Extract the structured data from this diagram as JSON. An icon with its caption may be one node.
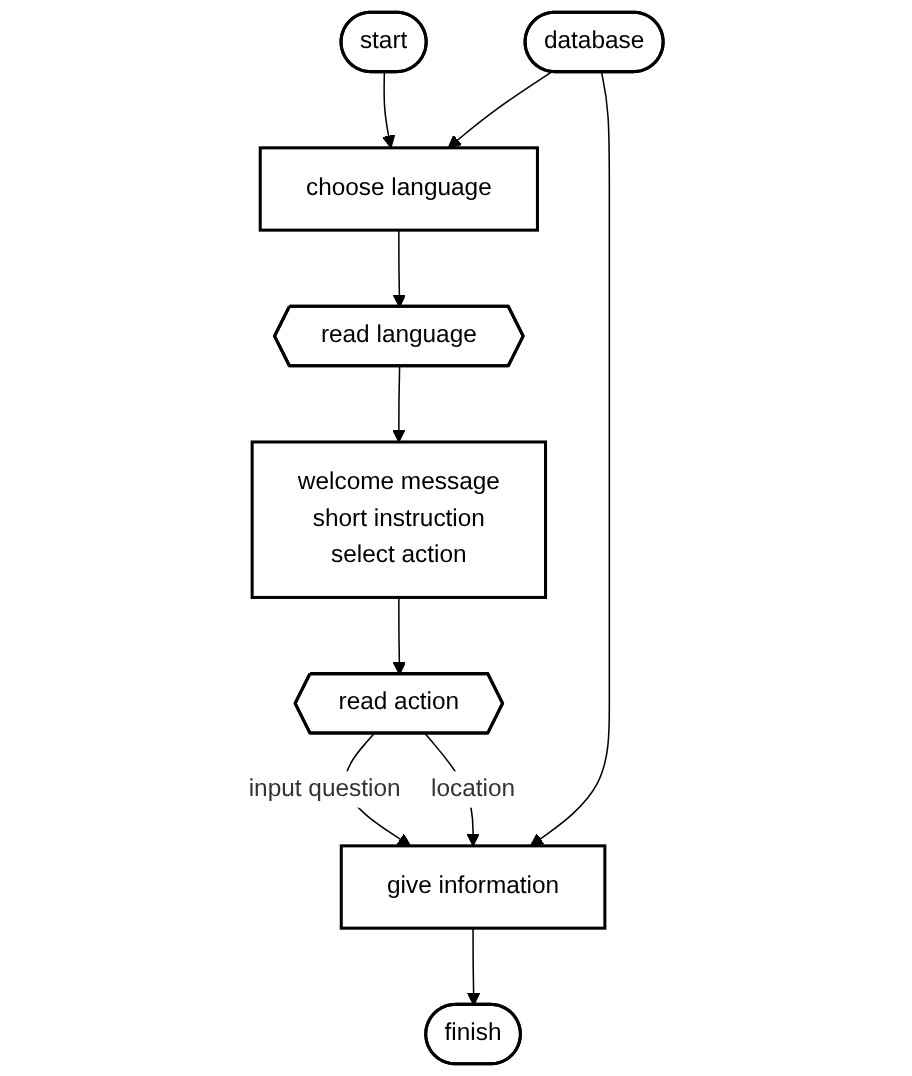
{
  "diagram": {
    "nodes": [
      {
        "text": [
          "start"
        ]
      },
      {
        "text": [
          "choose language"
        ]
      },
      {
        "text": [
          "read language"
        ]
      },
      {
        "text": [
          "welcome message",
          "short instruction",
          "select action"
        ]
      },
      {
        "text": [
          "read action"
        ]
      },
      {
        "text": [
          "give information"
        ]
      },
      {
        "text": [
          "finish"
        ]
      },
      {
        "text": [
          "database"
        ]
      }
    ],
    "edges": [
      {
        "from": 0,
        "to": 1,
        "arrow": "to"
      },
      {
        "from": 1,
        "to": 2,
        "arrow": "to"
      },
      {
        "from": 2,
        "to": 3,
        "arrow": "to"
      },
      {
        "from": 3,
        "to": 4,
        "arrow": "to"
      },
      {
        "from": 4,
        "to": 5,
        "arrow": "to",
        "label": "input question"
      },
      {
        "from": 4,
        "to": 5,
        "arrow": "to",
        "label": "location"
      },
      {
        "from": 7,
        "to": 1,
        "arrow": "to"
      },
      {
        "from": 7,
        "to": 5,
        "arrow": "to"
      },
      {
        "from": 5,
        "to": 6,
        "arrow": "to"
      }
    ]
  }
}
